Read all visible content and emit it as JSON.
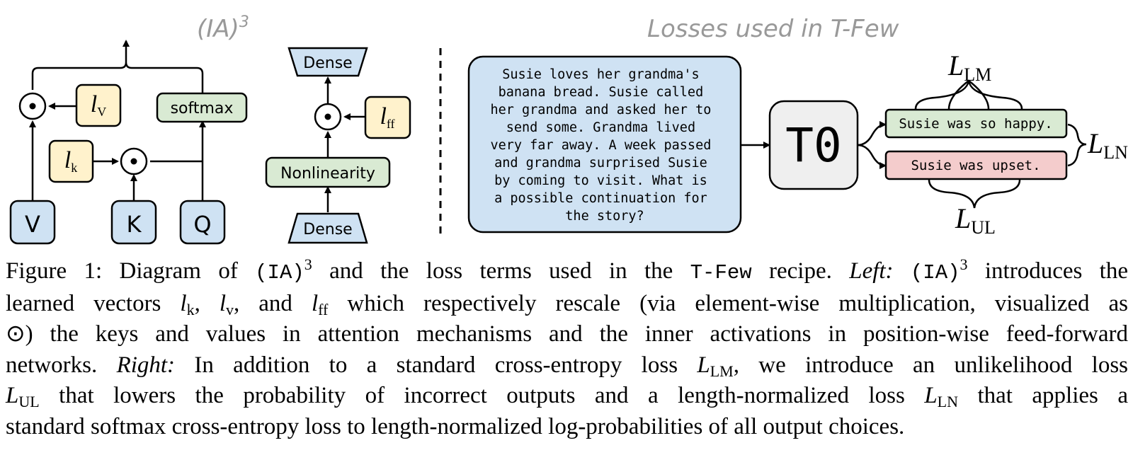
{
  "left_title": "(IA)",
  "left_title_sup": "3",
  "right_title": "Losses used in T-Few",
  "attention": {
    "v_label": "V",
    "k_label": "K",
    "q_label": "Q",
    "softmax_label": "softmax",
    "lv_base": "l",
    "lv_sub": "V",
    "lk_base": "l",
    "lk_sub": "k"
  },
  "ffn": {
    "dense_top": "Dense",
    "dense_bottom": "Dense",
    "nonlinearity": "Nonlinearity",
    "lff_base": "l",
    "lff_sub": "ff"
  },
  "story_lines": [
    "Susie loves her grandma's",
    "banana bread. Susie called",
    "her grandma and asked her to",
    "send some. Grandma lived",
    "very far away. A week passed",
    "and grandma surprised Susie",
    "by coming to visit. What is",
    "a possible continuation for",
    "the story?"
  ],
  "model_label": "T0",
  "output_correct": "Susie was so happy.",
  "output_incorrect": "Susie was upset.",
  "losses": {
    "lm_base": "L",
    "lm_sub": "LM",
    "ln_base": "L",
    "ln_sub": "LN",
    "ul_base": "L",
    "ul_sub": "UL"
  },
  "colors": {
    "blue_fill": "#cfe2f3",
    "green_fill": "#d9ead3",
    "yellow_fill": "#fff2cc",
    "red_fill": "#f4cccc",
    "gray_fill": "#efefef",
    "title_gray": "#999999"
  },
  "caption": {
    "l1_a": "Figure 1: Diagram of ",
    "l1_tt1": "(IA)",
    "l1_sup1": "3",
    "l1_b": " and the loss terms used in the ",
    "l1_tt2": "T-Few",
    "l1_c": " recipe. ",
    "l1_left": "Left:",
    "l1_sp": " ",
    "l1_tt3": "(IA)",
    "l1_sup2": "3",
    "l1_d": " introduces the",
    "l2_a": "learned vectors ",
    "l2_lk": "l",
    "l2_lk_sub": "k",
    "l2_b": ", ",
    "l2_lv": "l",
    "l2_lv_sub": "v",
    "l2_c": ", and ",
    "l2_lff": "l",
    "l2_lff_sub": "ff",
    "l2_d": " which respectively rescale (via element-wise multiplication, visualized as",
    "l3": "⊙) the keys and values in attention mechanisms and the inner activations in position-wise feed-forward",
    "l4_a": "networks. ",
    "l4_right": "Right:",
    "l4_b": " In addition to a standard cross-entropy loss ",
    "l4_L": "L",
    "l4_L_sub": "LM",
    "l4_c": ", we introduce an unlikelihood loss",
    "l5_L1": "L",
    "l5_L1_sub": "UL",
    "l5_a": " that lowers the probability of incorrect outputs and a length-normalized loss ",
    "l5_L2": "L",
    "l5_L2_sub": "LN",
    "l5_b": " that applies a",
    "l6": "standard softmax cross-entropy loss to length-normalized log-probabilities of all output choices."
  }
}
